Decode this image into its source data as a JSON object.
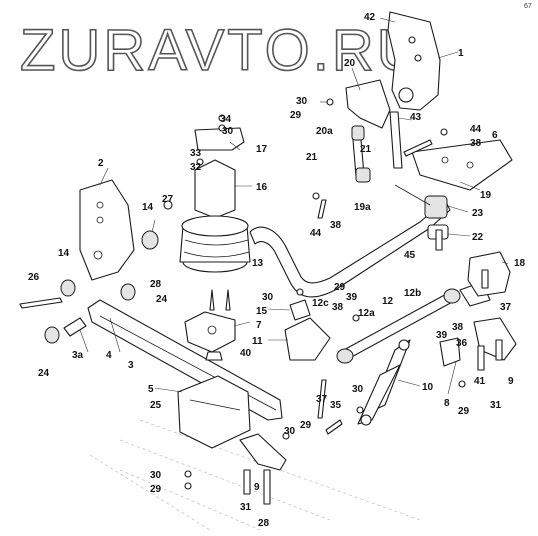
{
  "watermark": "ZURAVTO.RU",
  "corner_mark": "67",
  "callouts": {
    "c1": "1",
    "c2": "2",
    "c3": "3",
    "c3a": "3a",
    "c4": "4",
    "c5": "5",
    "c6": "6",
    "c7": "7",
    "c8": "8",
    "c9a": "9",
    "c9b": "9",
    "c10": "10",
    "c11": "11",
    "c12": "12",
    "c12a": "12a",
    "c12b": "12b",
    "c12c": "12c",
    "c13": "13",
    "c14a": "14",
    "c14b": "14",
    "c15": "15",
    "c16": "16",
    "c17": "17",
    "c18": "18",
    "c19": "19",
    "c19a": "19a",
    "c20": "20",
    "c20a": "20a",
    "c21a": "21",
    "c21b": "21",
    "c22": "22",
    "c23": "23",
    "c24a": "24",
    "c24b": "24",
    "c25": "25",
    "c26": "26",
    "c27": "27",
    "c28a": "28",
    "c28b": "28",
    "c29a": "29",
    "c29b": "29",
    "c29c": "29",
    "c29d": "29",
    "c29e": "29",
    "c30a": "30",
    "c30b": "30",
    "c30c": "30",
    "c30d": "30",
    "c30e": "30",
    "c30f": "30",
    "c31a": "31",
    "c31b": "31",
    "c32": "32",
    "c33": "33",
    "c34": "34",
    "c35": "35",
    "c36": "36",
    "c37a": "37",
    "c37b": "37",
    "c38a": "38",
    "c38b": "38",
    "c38c": "38",
    "c38d": "38",
    "c39a": "39",
    "c39b": "39",
    "c40": "40",
    "c41": "41",
    "c42": "42",
    "c43": "43",
    "c44a": "44",
    "c44b": "44",
    "c45": "45"
  }
}
